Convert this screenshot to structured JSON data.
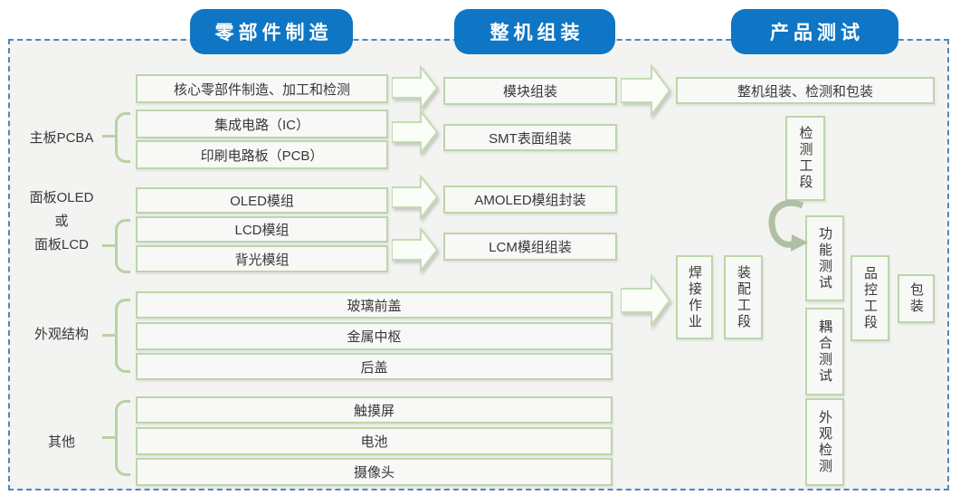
{
  "stages": [
    {
      "label": "零部件制造"
    },
    {
      "label": "整机组装"
    },
    {
      "label": "产品测试"
    }
  ],
  "side_labels": {
    "mainboard": "主板PCBA",
    "panel_line1": "面板OLED",
    "panel_line2": "或",
    "panel_line3": "面板LCD",
    "structure": "外观结构",
    "others": "其他"
  },
  "boxes": {
    "core_parts": "核心零部件制造、加工和检测",
    "ic": "集成电路（IC）",
    "pcb": "印刷电路板（PCB）",
    "oled_module": "OLED模组",
    "lcd_module": "LCD模组",
    "backlight_module": "背光模组",
    "glass_front_cover": "玻璃前盖",
    "metal_midframe": "金属中枢",
    "back_cover": "后盖",
    "touch_screen": "触摸屏",
    "battery": "电池",
    "camera": "摄像头",
    "module_assembly": "模块组装",
    "smt_assembly": "SMT表面组装",
    "amoled_packaging": "AMOLED模组封装",
    "lcm_assembly": "LCM模组组装",
    "final_assembly": "整机组装、检测和包装",
    "inspection_section": "检测工段",
    "welding_work": "焊接作业",
    "assembly_section": "装配工段",
    "functional_test": "功能测试",
    "coupling_test": "耦合测试",
    "qc_section": "品控工段",
    "appearance_inspection": "外观检测",
    "packaging": "包装"
  },
  "icons": {
    "flow_arrow": "right-block-arrow",
    "rework_loop": "counterclockwise-loop-arrow"
  },
  "colors": {
    "stage_pill_blue": "#0e76c4",
    "frame_dash_blue": "#4d87c0",
    "box_border_green": "#bcd6aa",
    "box_fill": "#f8f8f6",
    "panel_background": "#f3f3f1",
    "text": "#383838"
  }
}
